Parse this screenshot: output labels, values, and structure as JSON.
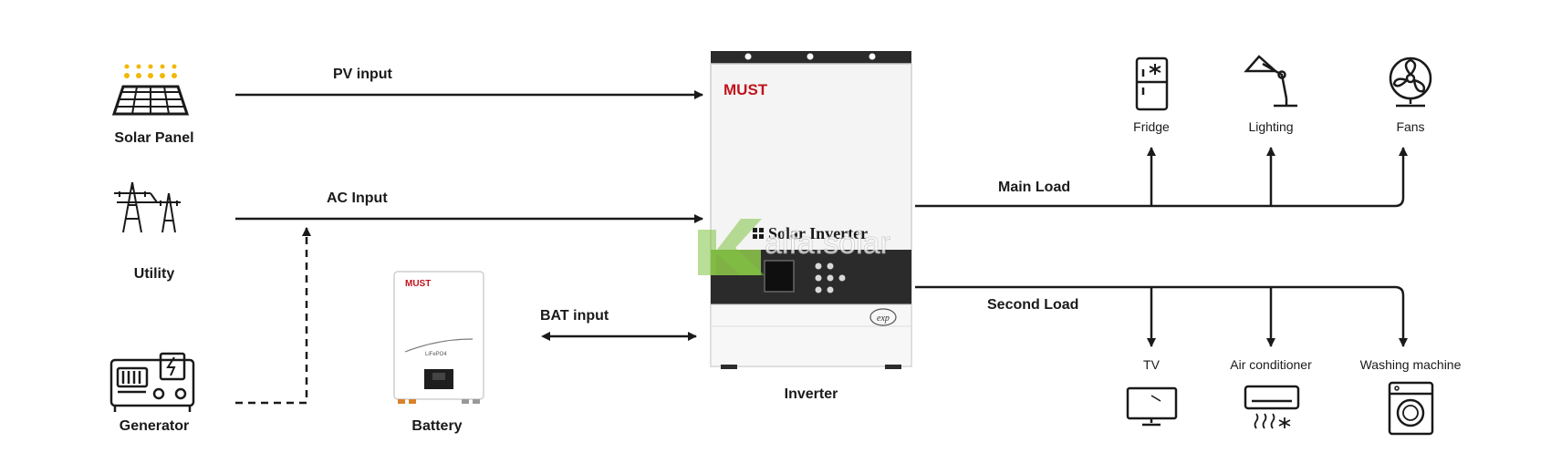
{
  "sources": {
    "solar_panel": "Solar Panel",
    "utility": "Utility",
    "generator": "Generator",
    "battery": "Battery"
  },
  "inputs": {
    "pv": "PV input",
    "ac": "AC Input",
    "bat": "BAT input"
  },
  "inverter": {
    "label": "Inverter",
    "brand": "MUST",
    "product_title": "Solar Inverter",
    "badge": "exp"
  },
  "battery_device": {
    "brand": "MUST",
    "chemistry": "LiFePO4"
  },
  "watermark": "alfa.solar",
  "loads": {
    "main": "Main Load",
    "second": "Second Load",
    "main_items": [
      "Fridge",
      "Lighting",
      "Fans"
    ],
    "second_items": [
      "TV",
      "Air conditioner",
      "Washing machine"
    ]
  },
  "colors": {
    "line": "#1a1a1a",
    "brand_red": "#c0141c",
    "panel_dark": "#2b2b2b",
    "watermark_green": "#7fc241"
  }
}
